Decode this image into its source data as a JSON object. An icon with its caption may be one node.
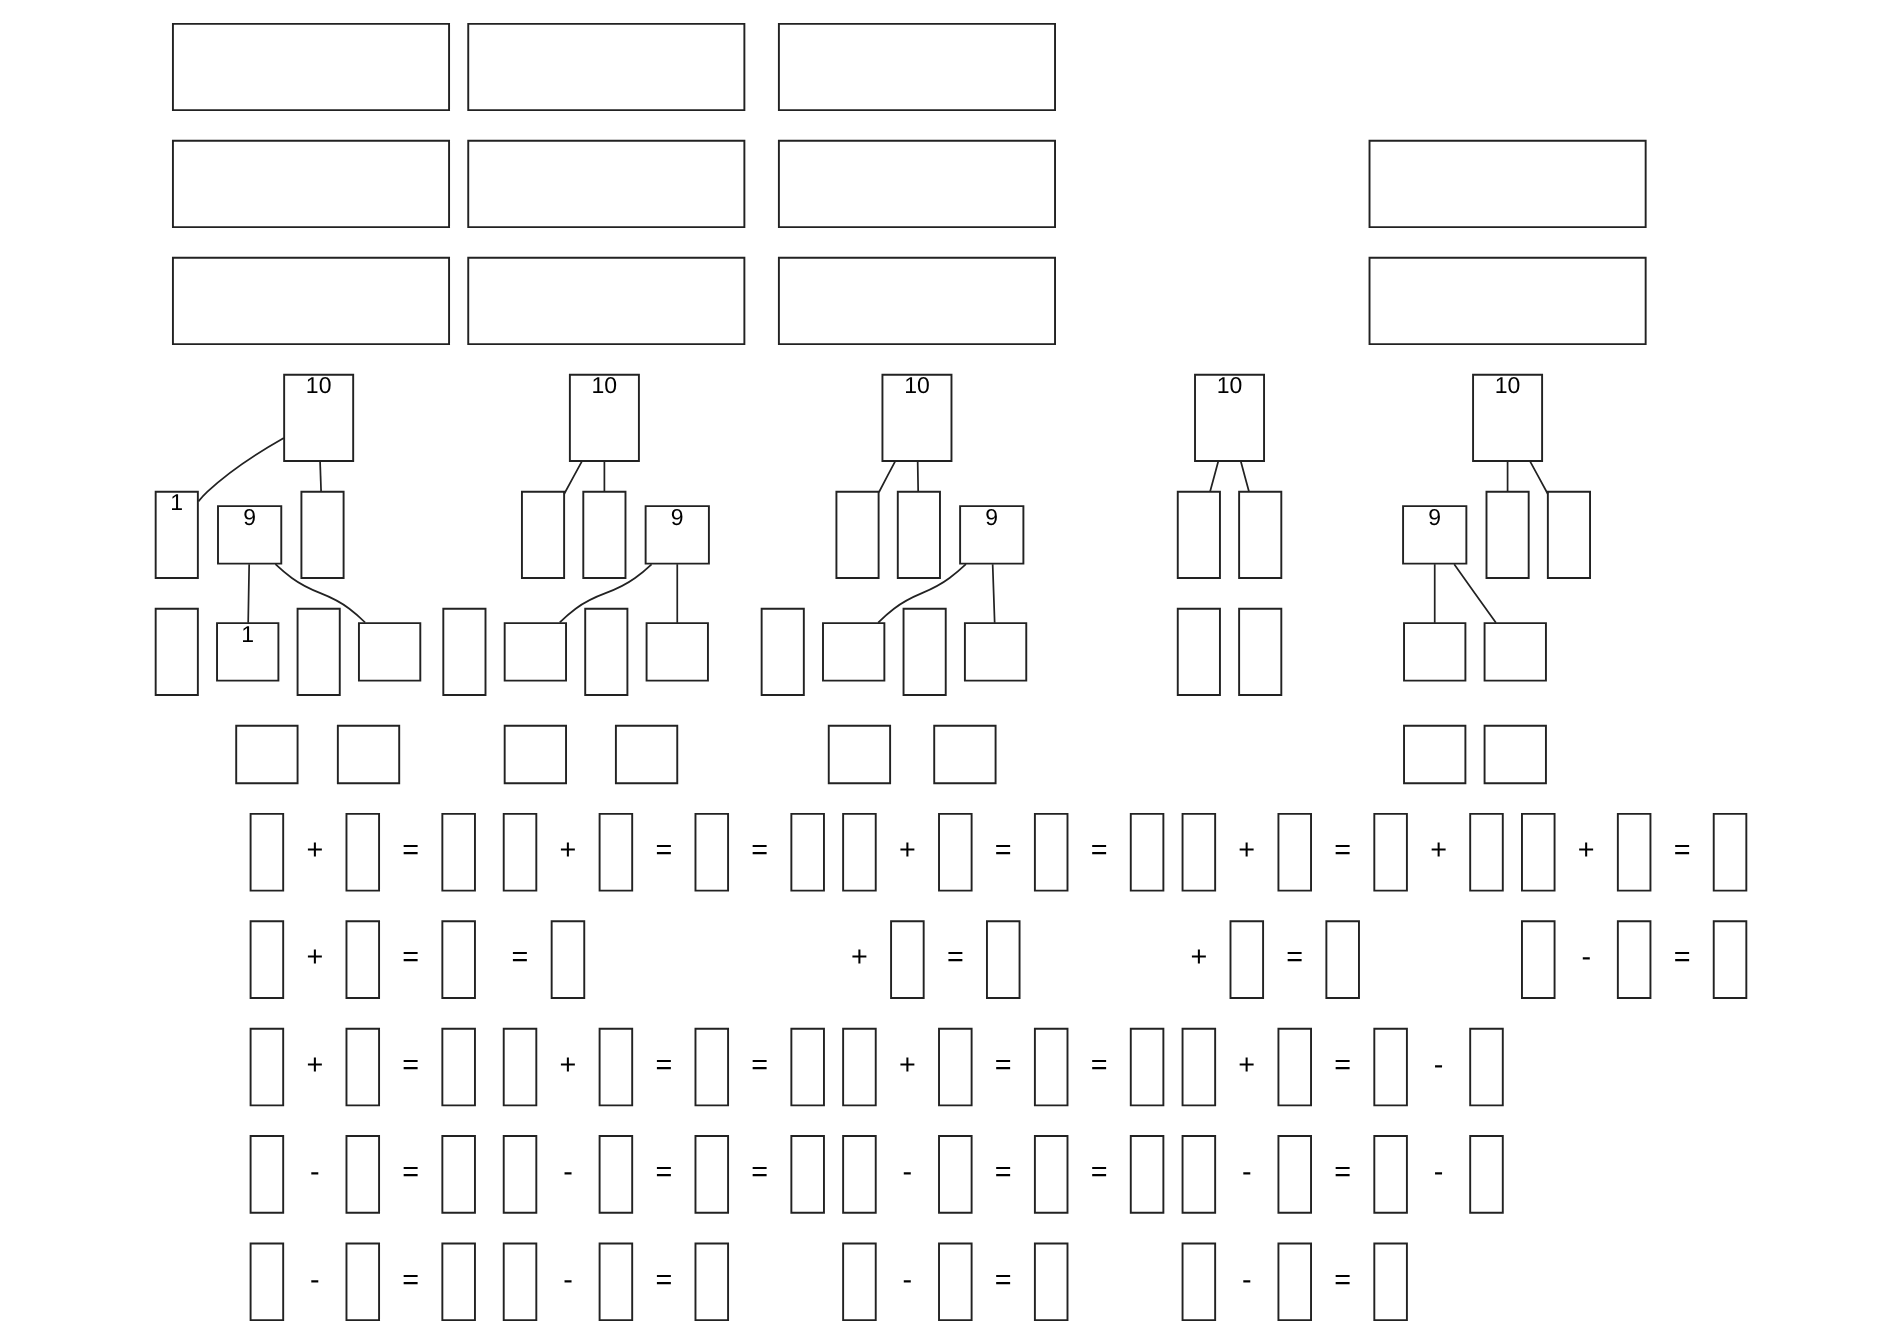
{
  "diagram": {
    "nodes": [
      {
        "text": [],
        "shape": "box"
      },
      {
        "text": [],
        "shape": "box"
      },
      {
        "text": [],
        "shape": "box"
      },
      {
        "text": [
          "10"
        ]
      },
      {
        "text": [
          "9"
        ]
      },
      {
        "text": [
          "1"
        ]
      },
      {
        "text": [],
        "shape": "box"
      },
      {
        "text": [
          "1"
        ]
      },
      {
        "text": [],
        "shape": "box"
      },
      {
        "text": [],
        "shape": "box"
      },
      {
        "text": [],
        "shape": "box"
      },
      {
        "text": [],
        "shape": "box"
      },
      {
        "text": [],
        "shape": "box"
      },
      {
        "text": [],
        "shape": "box"
      },
      {
        "text": [],
        "shape": "box"
      },
      {
        "text": [],
        "shape": "box"
      },
      {
        "text": [],
        "shape": "box"
      },
      {
        "text": [],
        "shape": "box"
      },
      {
        "text": [],
        "shape": "box"
      },
      {
        "text": [],
        "shape": "box"
      },
      {
        "text": [],
        "shape": "box"
      },
      {
        "text": [],
        "shape": "box"
      },
      {
        "text": [],
        "shape": "box"
      },
      {
        "text": [],
        "shape": "box"
      },
      {
        "text": [],
        "shape": "box"
      },
      {
        "text": [],
        "shape": "box"
      },
      {
        "text": [],
        "shape": "box"
      },
      {
        "text": [],
        "shape": "box"
      },
      {
        "text": [],
        "shape": "box"
      },
      {
        "text": [],
        "shape": "box"
      },
      {
        "text": [],
        "shape": "box"
      },
      {
        "text": [
          "10"
        ]
      },
      {
        "text": [],
        "shape": "box"
      },
      {
        "text": [],
        "shape": "box"
      },
      {
        "text": [
          "9"
        ]
      },
      {
        "text": [],
        "shape": "box"
      },
      {
        "text": [],
        "shape": "box"
      },
      {
        "text": [],
        "shape": "box"
      },
      {
        "text": [],
        "shape": "box"
      },
      {
        "text": [],
        "shape": "box"
      },
      {
        "text": [],
        "shape": "box"
      },
      {
        "text": [],
        "shape": "box"
      },
      {
        "text": [],
        "shape": "box"
      },
      {
        "text": [],
        "shape": "box"
      },
      {
        "text": [],
        "shape": "box"
      },
      {
        "text": [],
        "shape": "box"
      },
      {
        "text": [],
        "shape": "box"
      },
      {
        "text": [],
        "shape": "box"
      },
      {
        "text": [],
        "shape": "box"
      },
      {
        "text": [],
        "shape": "box"
      },
      {
        "text": [],
        "shape": "box"
      },
      {
        "text": [],
        "shape": "box"
      },
      {
        "text": [],
        "shape": "box"
      },
      {
        "text": [],
        "shape": "box"
      },
      {
        "text": [],
        "shape": "box"
      },
      {
        "text": [],
        "shape": "box"
      },
      {
        "text": [],
        "shape": "box"
      },
      {
        "text": [],
        "shape": "box"
      },
      {
        "text": [],
        "shape": "box"
      },
      {
        "text": [],
        "shape": "box"
      },
      {
        "text": [
          "10"
        ]
      },
      {
        "text": [],
        "shape": "box"
      },
      {
        "text": [],
        "shape": "box"
      },
      {
        "text": [
          "9"
        ]
      },
      {
        "text": [],
        "shape": "box"
      },
      {
        "text": [],
        "shape": "box"
      },
      {
        "text": [],
        "shape": "box"
      },
      {
        "text": [],
        "shape": "box"
      },
      {
        "text": [],
        "shape": "box"
      },
      {
        "text": [],
        "shape": "box"
      },
      {
        "text": [],
        "shape": "box"
      },
      {
        "text": [],
        "shape": "box"
      },
      {
        "text": [],
        "shape": "box"
      },
      {
        "text": [],
        "shape": "box"
      },
      {
        "text": [],
        "shape": "box"
      },
      {
        "text": [],
        "shape": "box"
      },
      {
        "text": [],
        "shape": "box"
      },
      {
        "text": [],
        "shape": "box"
      },
      {
        "text": [],
        "shape": "box"
      },
      {
        "text": [],
        "shape": "box"
      },
      {
        "text": [],
        "shape": "box"
      },
      {
        "text": [],
        "shape": "box"
      },
      {
        "text": [],
        "shape": "box"
      },
      {
        "text": [],
        "shape": "box"
      },
      {
        "text": [],
        "shape": "box"
      },
      {
        "text": [],
        "shape": "box"
      },
      {
        "text": [],
        "shape": "box"
      },
      {
        "text": [
          "10"
        ]
      },
      {
        "text": [],
        "shape": "box"
      },
      {
        "text": [],
        "shape": "box"
      },
      {
        "text": [],
        "shape": "box"
      },
      {
        "text": [],
        "shape": "box"
      },
      {
        "text": [],
        "shape": "box"
      },
      {
        "text": [],
        "shape": "box"
      },
      {
        "text": [],
        "shape": "box"
      },
      {
        "text": [],
        "shape": "box"
      },
      {
        "text": [],
        "shape": "box"
      },
      {
        "text": [],
        "shape": "box"
      },
      {
        "text": [],
        "shape": "box"
      },
      {
        "text": [],
        "shape": "box"
      },
      {
        "text": [],
        "shape": "box"
      },
      {
        "text": [],
        "shape": "box"
      },
      {
        "text": [],
        "shape": "box"
      },
      {
        "text": [],
        "shape": "box"
      },
      {
        "text": [],
        "shape": "box"
      },
      {
        "text": [],
        "shape": "box"
      },
      {
        "text": [],
        "shape": "box"
      },
      {
        "text": [],
        "shape": "box"
      },
      {
        "text": [],
        "shape": "box"
      },
      {
        "text": [],
        "shape": "box"
      },
      {
        "text": [],
        "shape": "box"
      },
      {
        "text": [
          "10"
        ]
      },
      {
        "text": [
          "9"
        ]
      },
      {
        "text": [],
        "shape": "box"
      },
      {
        "text": [],
        "shape": "box"
      },
      {
        "text": [],
        "shape": "box"
      },
      {
        "text": [],
        "shape": "box"
      },
      {
        "text": [],
        "shape": "box"
      },
      {
        "text": [],
        "shape": "box"
      },
      {
        "text": [],
        "shape": "box"
      },
      {
        "text": [],
        "shape": "box"
      },
      {
        "text": [],
        "shape": "box"
      },
      {
        "text": [],
        "shape": "box"
      },
      {
        "text": [],
        "shape": "box"
      },
      {
        "text": [],
        "shape": "box"
      }
    ],
    "edges": [
      {
        "from": 3,
        "to": 5,
        "arrow": "none"
      },
      {
        "from": 3,
        "to": 6,
        "arrow": "none"
      },
      {
        "from": 4,
        "to": 7,
        "arrow": "none"
      },
      {
        "from": 4,
        "to": 8,
        "arrow": "none"
      },
      {
        "from": 31,
        "to": 32,
        "arrow": "none"
      },
      {
        "from": 31,
        "to": 33,
        "arrow": "none"
      },
      {
        "from": 34,
        "to": 35,
        "arrow": "none"
      },
      {
        "from": 34,
        "to": 36,
        "arrow": "none"
      },
      {
        "from": 60,
        "to": 61,
        "arrow": "none"
      },
      {
        "from": 60,
        "to": 62,
        "arrow": "none"
      },
      {
        "from": 63,
        "to": 64,
        "arrow": "none"
      },
      {
        "from": 63,
        "to": 65,
        "arrow": "none"
      },
      {
        "from": 87,
        "to": 88,
        "arrow": "none"
      },
      {
        "from": 87,
        "to": 89,
        "arrow": "none"
      },
      {
        "from": 111,
        "to": 113,
        "arrow": "none"
      },
      {
        "from": 111,
        "to": 114,
        "arrow": "none"
      },
      {
        "from": 112,
        "to": 115,
        "arrow": "none"
      },
      {
        "from": 112,
        "to": 116,
        "arrow": "none"
      }
    ],
    "labels": [
      "+",
      "=",
      "+",
      "=",
      "+",
      "=",
      "-",
      "=",
      "-",
      "=",
      "+",
      "=",
      "=",
      "=",
      "+",
      "=",
      "=",
      "-",
      "=",
      "=",
      "-",
      "=",
      "+",
      "=",
      "=",
      "+",
      "=",
      "+",
      "=",
      "=",
      "-",
      "=",
      "=",
      "-",
      "=",
      "+",
      "=",
      "+",
      "+",
      "=",
      "+",
      "=",
      "-",
      "-",
      "=",
      "-",
      "-",
      "=",
      "+",
      "=",
      "-",
      "="
    ]
  }
}
